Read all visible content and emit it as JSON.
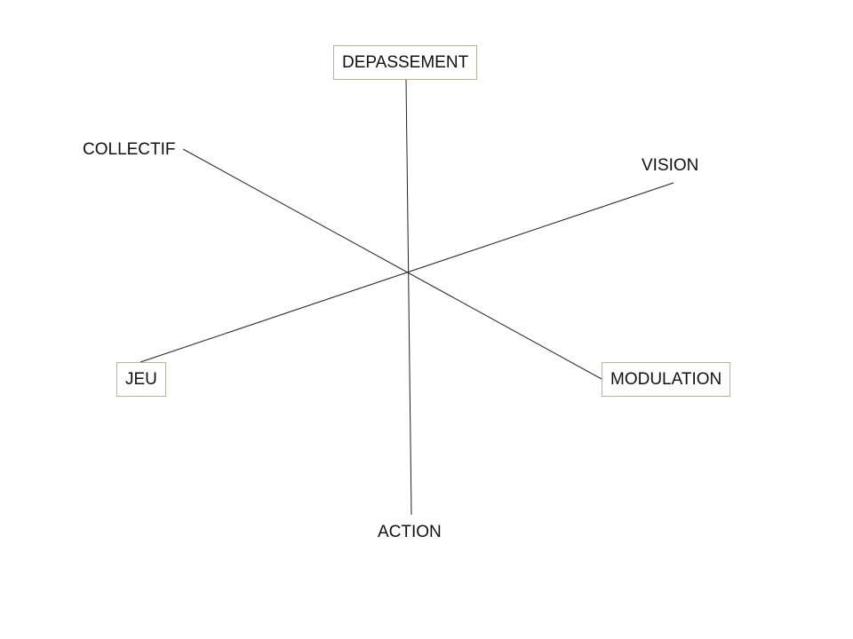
{
  "diagram": {
    "labels": {
      "depassement": "DEPASSEMENT",
      "collectif": "COLLECTIF",
      "vision": "VISION",
      "jeu": "JEU",
      "modulation": "MODULATION",
      "action": "ACTION"
    },
    "colors": {
      "line": "#222222",
      "box_border": "#b9b39a",
      "text": "#111111"
    }
  }
}
